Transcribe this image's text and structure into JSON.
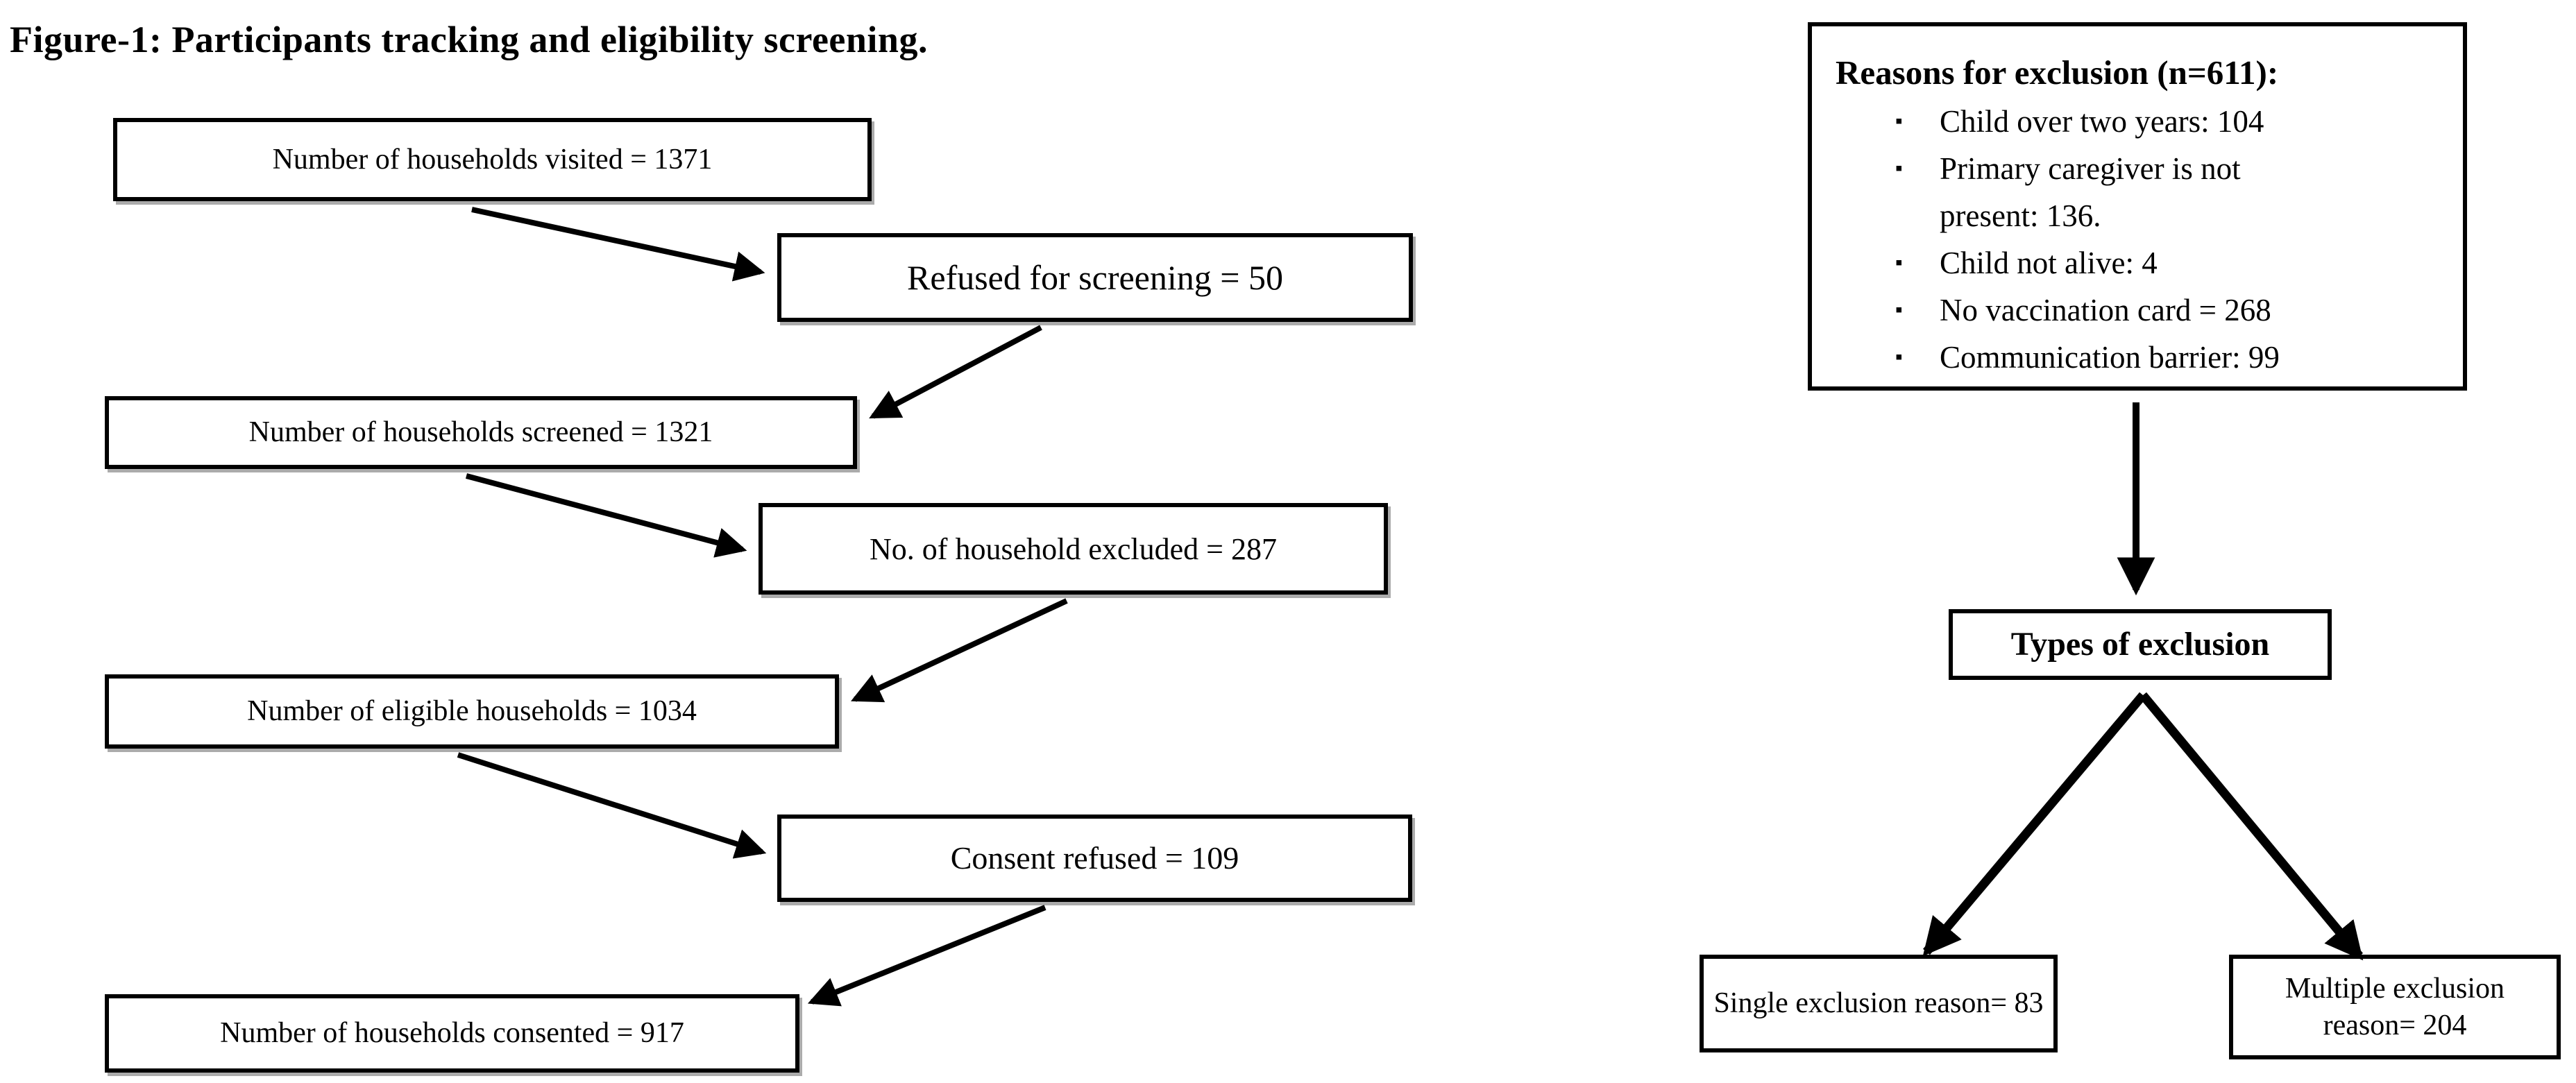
{
  "figure": {
    "title": "Figure-1: Participants tracking and eligibility screening."
  },
  "flow": {
    "visited": "Number of households visited = 1371",
    "refused_screening": "Refused for screening = 50",
    "screened": "Number of households screened = 1321",
    "excluded": "No. of household excluded = 287",
    "eligible": "Number of eligible households = 1034",
    "consent_refused": "Consent refused = 109",
    "consented": "Number of households consented = 917"
  },
  "exclusion": {
    "bullet_icon": "▪",
    "reasons_title": "Reasons for exclusion (n=611):",
    "reasons": [
      "Child over two years: 104",
      "Primary caregiver is not\npresent: 136.",
      "Child not alive: 4",
      "No vaccination card = 268",
      "Communication barrier: 99"
    ],
    "types_label": "Types of exclusion",
    "single": "Single exclusion reason= 83",
    "multiple": "Multiple exclusion reason= 204"
  },
  "colors": {
    "ink": "#000000",
    "background": "#ffffff",
    "box_shadow": "#ababab"
  }
}
